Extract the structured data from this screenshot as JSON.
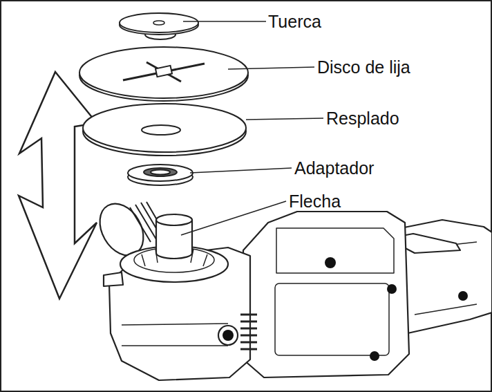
{
  "diagram": {
    "labels": [
      "Tuerca",
      "Disco de lija",
      "Resplado",
      "Adaptador",
      "Flecha"
    ]
  }
}
